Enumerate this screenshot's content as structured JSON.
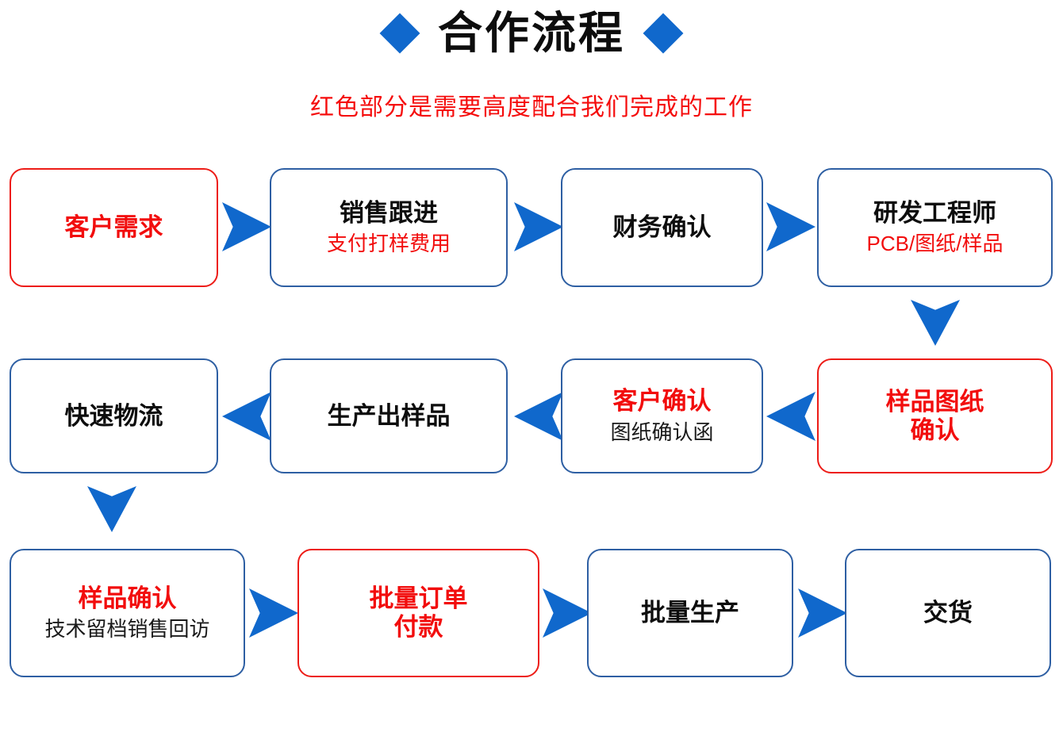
{
  "header": {
    "title": "合作流程",
    "subtitle": "红色部分是需要高度配合我们完成的工作",
    "left_diamond": "diamond-icon",
    "right_diamond": "diamond-icon"
  },
  "colors": {
    "accent_blue": "#1068CC",
    "border_blue": "#2E5FA3",
    "accent_red": "#F20D0D",
    "border_red": "#ED1C17",
    "text_black": "#0d0d0d",
    "background": "#FFFFFF"
  },
  "flow": {
    "rows": [
      {
        "direction": "left-to-right",
        "nodes": [
          {
            "main": "客户需求",
            "main_color": "red",
            "border": "red",
            "sub": ""
          },
          {
            "main": "销售跟进",
            "main_color": "black",
            "border": "blue",
            "sub": "支付打样费用",
            "sub_color": "red"
          },
          {
            "main": "财务确认",
            "main_color": "black",
            "border": "blue",
            "sub": ""
          },
          {
            "main": "研发工程师",
            "main_color": "black",
            "border": "blue",
            "sub": "PCB/图纸/样品",
            "sub_color": "red"
          }
        ]
      },
      {
        "direction": "right-to-left",
        "nodes": [
          {
            "main": "快速物流",
            "main_color": "black",
            "border": "blue",
            "sub": ""
          },
          {
            "main": "生产出样品",
            "main_color": "black",
            "border": "blue",
            "sub": ""
          },
          {
            "main": "客户确认",
            "main_color": "red",
            "border": "blue",
            "sub": "图纸确认函",
            "sub_color": "black"
          },
          {
            "main": "样品图纸\n确认",
            "main_color": "red",
            "border": "red",
            "sub": ""
          }
        ]
      },
      {
        "direction": "left-to-right",
        "nodes": [
          {
            "main": "样品确认",
            "main_color": "red",
            "border": "blue",
            "sub": "技术留档销售回访",
            "sub_color": "black"
          },
          {
            "main": "批量订单\n付款",
            "main_color": "red",
            "border": "red",
            "sub": ""
          },
          {
            "main": "批量生产",
            "main_color": "black",
            "border": "blue",
            "sub": ""
          },
          {
            "main": "交货",
            "main_color": "black",
            "border": "blue",
            "sub": ""
          }
        ]
      }
    ],
    "connectors": {
      "row1_arrows": [
        "arrow-right-icon",
        "arrow-right-icon",
        "arrow-right-icon"
      ],
      "row2_arrows": [
        "arrow-left-icon",
        "arrow-left-icon",
        "arrow-left-icon"
      ],
      "row3_arrows": [
        "arrow-right-icon",
        "arrow-right-icon",
        "arrow-right-icon"
      ],
      "vertical_right": "arrow-down-icon",
      "vertical_left": "arrow-down-icon"
    }
  }
}
